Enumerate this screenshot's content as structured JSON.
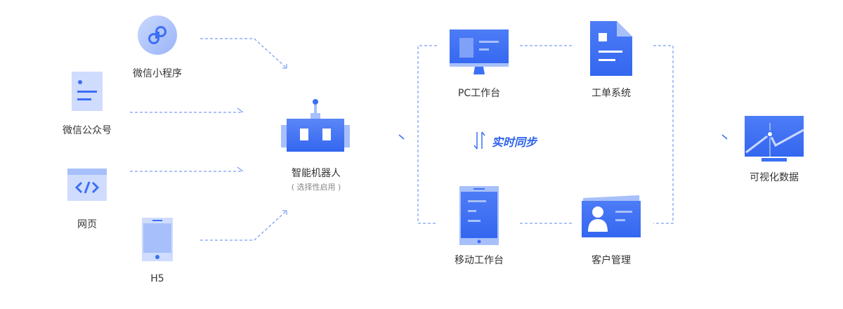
{
  "colors": {
    "primary": "#3b6ff5",
    "light": "#a7c0fb",
    "pale": "#dfe8fe",
    "text": "#333333",
    "sub": "#888888"
  },
  "sources": {
    "mini_program": "微信小程序",
    "official_account": "微信公众号",
    "web": "网页",
    "h5": "H5"
  },
  "robot": {
    "label": "智能机器人",
    "note": "( 选择性启用 )"
  },
  "systems": {
    "pc": "PC工作台",
    "ticket": "工单系统",
    "mobile": "移动工作台",
    "crm": "客户管理",
    "sync": "实时同步"
  },
  "output": {
    "label": "可视化数据"
  }
}
